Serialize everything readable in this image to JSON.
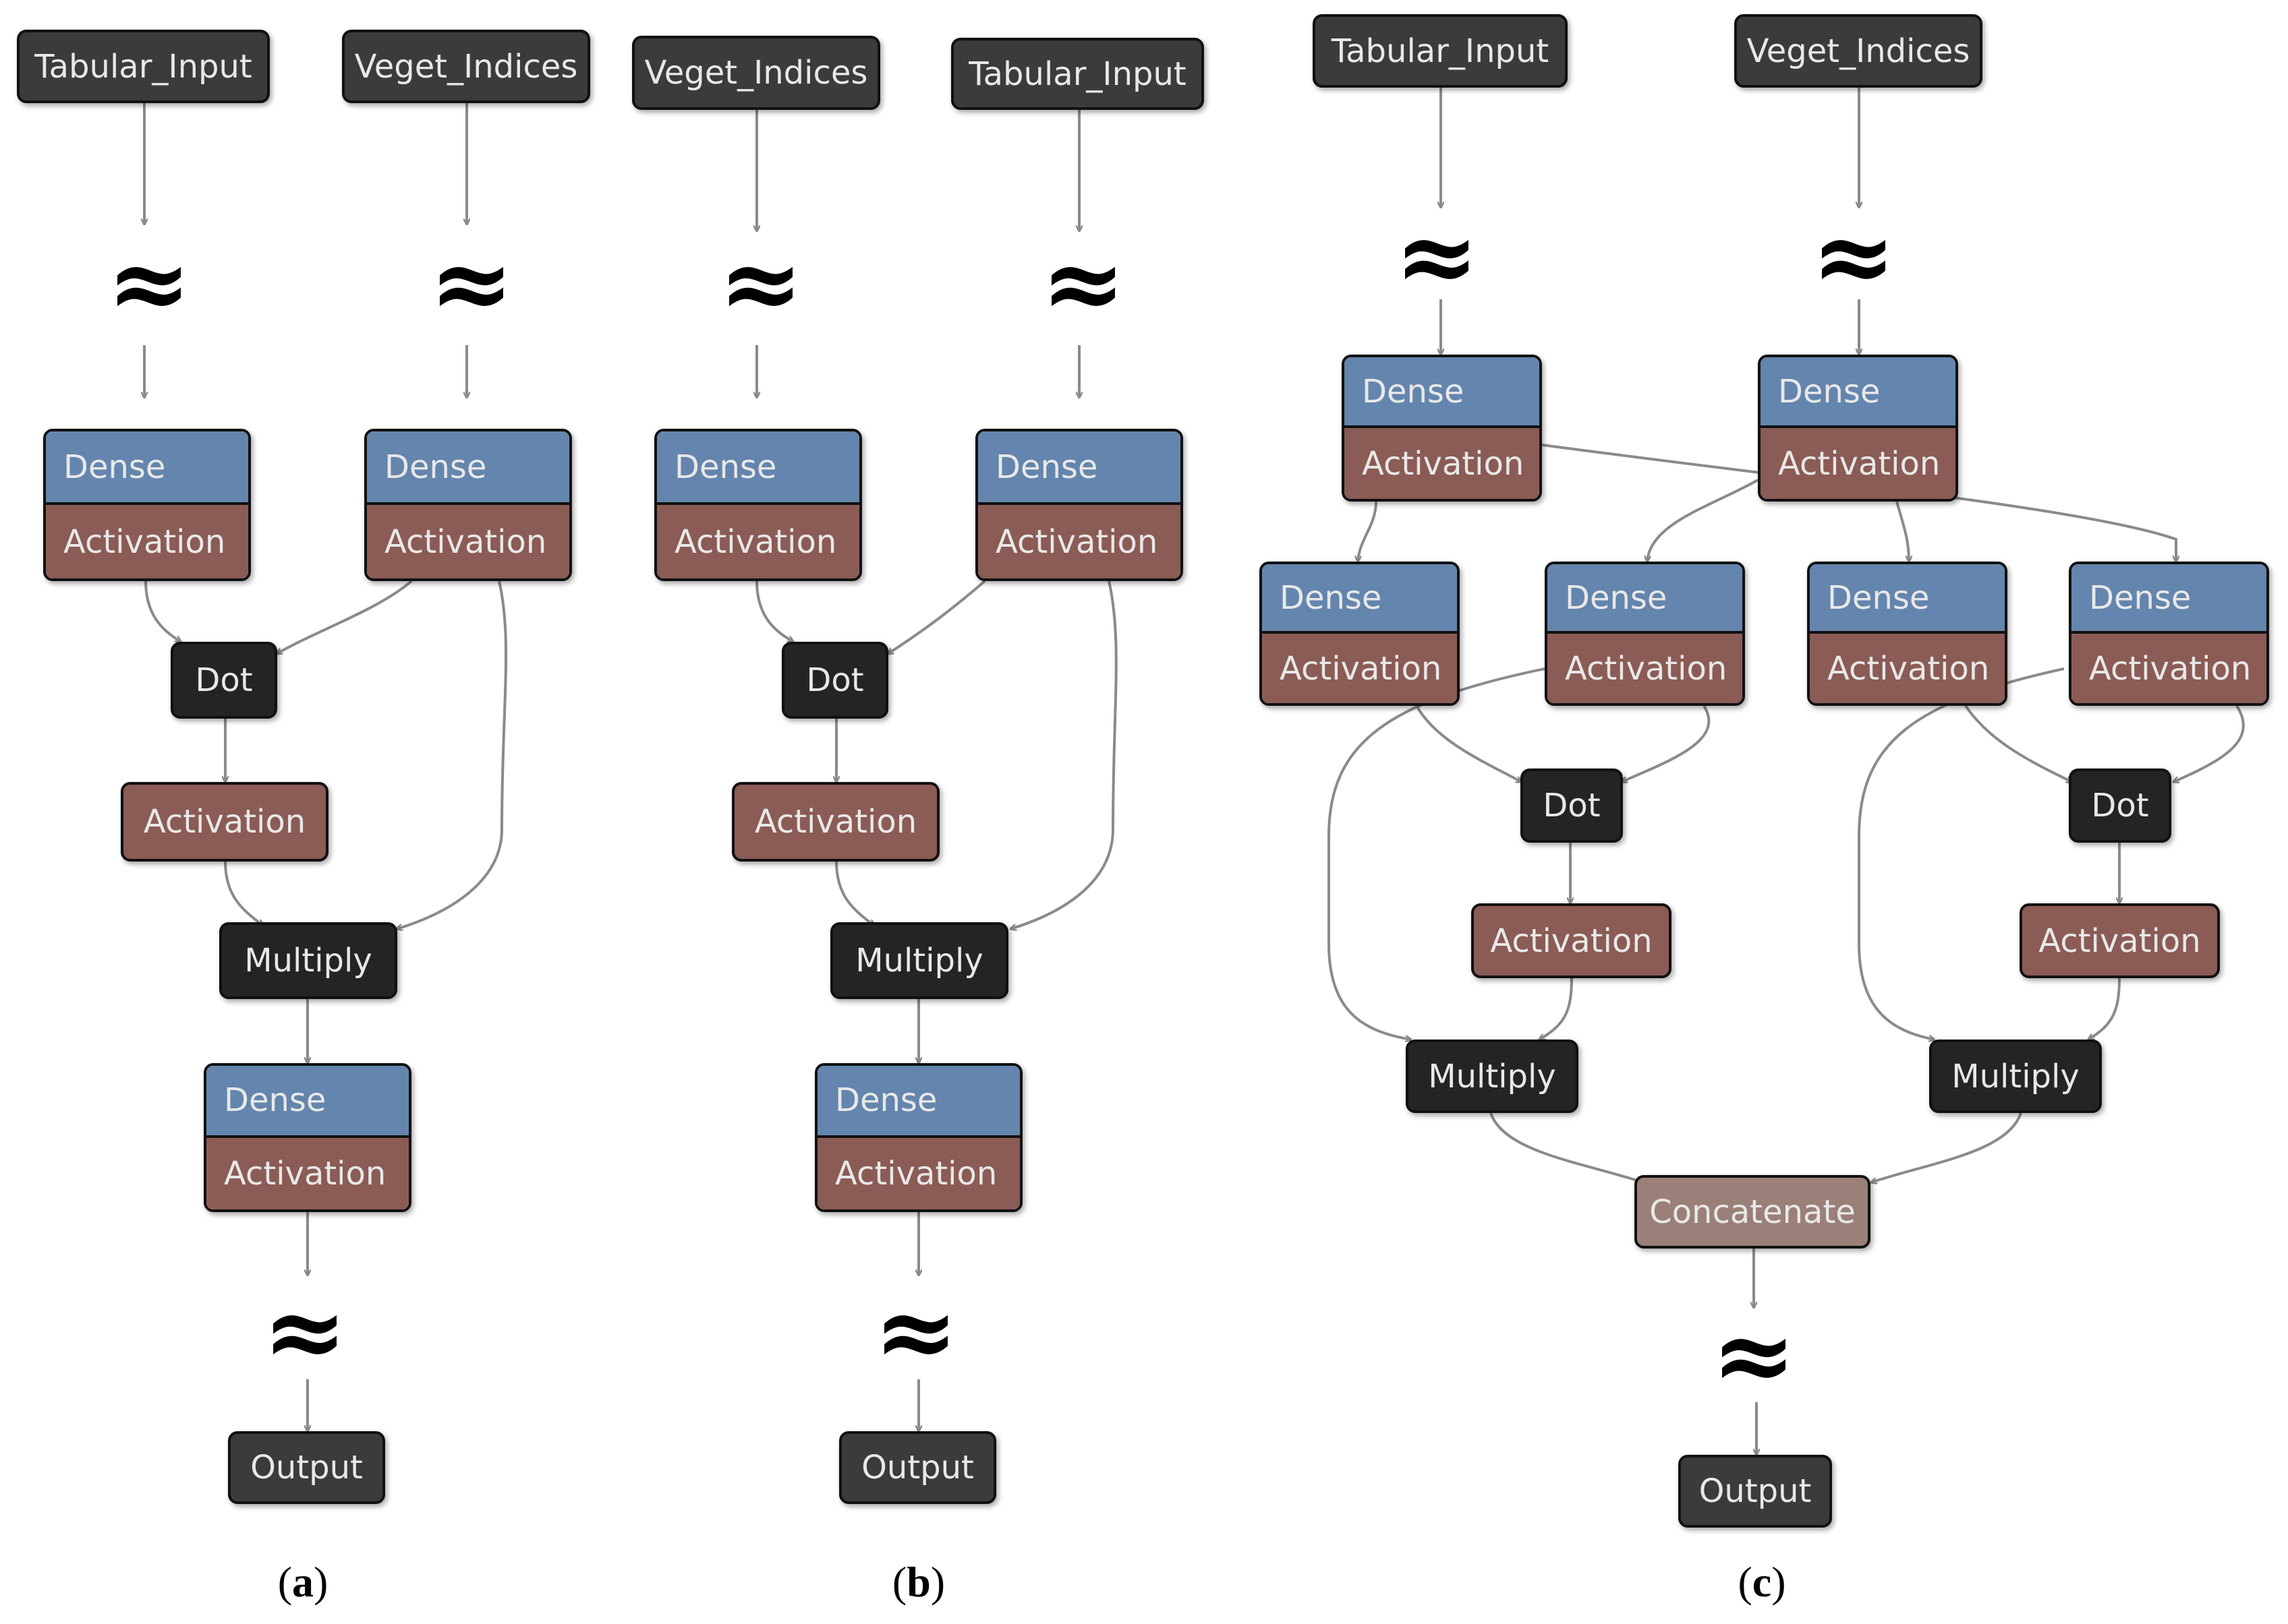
{
  "labels": {
    "tabular_input": "Tabular_Input",
    "veget_indices": "Veget_Indices",
    "dense": "Dense",
    "activation": "Activation",
    "dot": "Dot",
    "multiply": "Multiply",
    "concatenate": "Concatenate",
    "output": "Output",
    "skip": "≈"
  },
  "captions": {
    "a": {
      "open": "(",
      "letter": "a",
      "close": ")"
    },
    "b": {
      "open": "(",
      "letter": "b",
      "close": ")"
    },
    "c": {
      "open": "(",
      "letter": "c",
      "close": ")"
    }
  },
  "colors": {
    "dense_header": "#6485ad",
    "activation": "#8b5b55",
    "operation": "#242424",
    "input_output": "#3b3b3b",
    "concatenate": "#9a8078",
    "edge": "#8a8a8a"
  }
}
